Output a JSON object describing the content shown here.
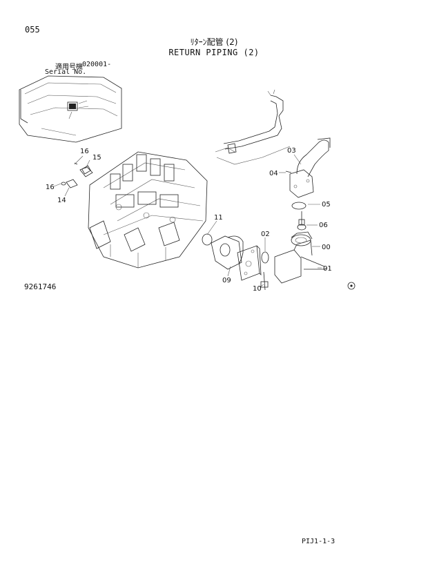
{
  "header": {
    "page_number": "055",
    "title_jp": "ﾘﾀｰﾝ配管 (2)",
    "title_en": "RETURN PIPING (2)",
    "serial_label_jp": "適用号機",
    "serial_label_en": "Serial No.",
    "serial_value": "020001-"
  },
  "figure_number": "9261746",
  "page_ref": "PIJ1-1-3",
  "callouts": [
    "16",
    "15",
    "16",
    "14",
    "11",
    "09",
    "10",
    "02",
    "03",
    "04",
    "05",
    "06",
    "00",
    "01"
  ]
}
